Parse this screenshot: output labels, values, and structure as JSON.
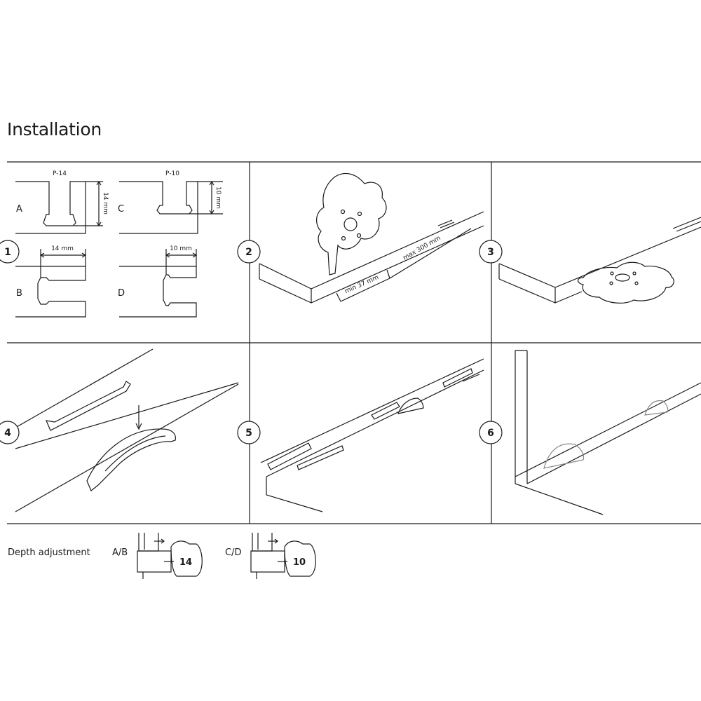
{
  "page": {
    "title": "Installation"
  },
  "profiles": {
    "a": {
      "letter": "A",
      "name": "P-14",
      "dim": "14 mm"
    },
    "b": {
      "letter": "B",
      "dim": "14 mm"
    },
    "c": {
      "letter": "C",
      "name": "P-10",
      "dim": "10 mm"
    },
    "d": {
      "letter": "D",
      "dim": "10 mm"
    }
  },
  "steps": [
    "1",
    "2",
    "3",
    "4",
    "5",
    "6"
  ],
  "step2": {
    "min_label": "min 37 mm",
    "max_label": "max 300 mm"
  },
  "depth": {
    "label": "Depth adjustment",
    "ab": {
      "label": "A/B",
      "dial": "14"
    },
    "cd": {
      "label": "C/D",
      "dial": "10"
    }
  }
}
